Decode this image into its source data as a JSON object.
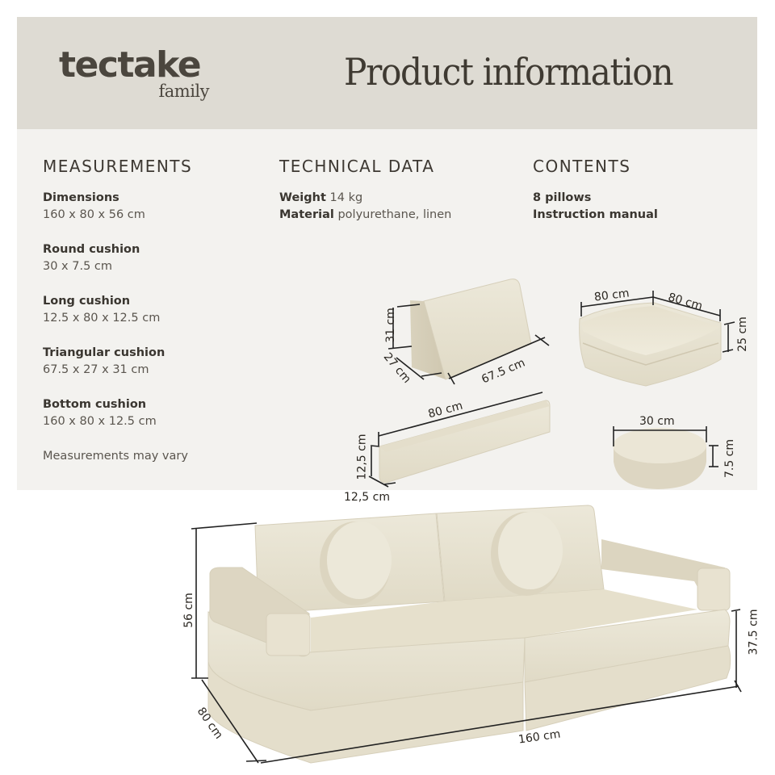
{
  "header": {
    "brand": "tectake",
    "brand_sub": "family",
    "title": "Product information"
  },
  "measurements": {
    "heading": "MEASUREMENTS",
    "items": [
      {
        "label": "Dimensions",
        "value": "160 x 80 x 56 cm"
      },
      {
        "label": "Round cushion",
        "value": "30 x 7.5 cm"
      },
      {
        "label": "Long cushion",
        "value": "12.5 x 80 x 12.5 cm"
      },
      {
        "label": "Triangular cushion",
        "value": "67.5 x 27 x 31 cm"
      },
      {
        "label": "Bottom cushion",
        "value": "160 x 80 x 12.5 cm"
      }
    ],
    "note": "Measurements may vary"
  },
  "technical_data": {
    "heading": "TECHNICAL DATA",
    "rows": [
      {
        "label": "Weight",
        "value": "14 kg"
      },
      {
        "label": "Material",
        "value": "polyurethane, linen"
      }
    ]
  },
  "contents": {
    "heading": "CONTENTS",
    "items": [
      "8 pillows",
      "Instruction manual"
    ]
  },
  "diagrams": {
    "triangular": {
      "height": "31 cm",
      "depth": "27 cm",
      "length": "67.5 cm"
    },
    "square": {
      "width": "80 cm",
      "depth": "80 cm",
      "height": "25 cm"
    },
    "long": {
      "length": "80 cm",
      "height": "12,5 cm",
      "depth": "12,5 cm"
    },
    "round": {
      "diameter": "30 cm",
      "height": "7.5 cm"
    },
    "sofa": {
      "height": "56 cm",
      "depth": "80 cm",
      "width": "160 cm",
      "seat_height": "37.5 cm"
    }
  },
  "colors": {
    "header_bg": "#dedbd3",
    "panel_bg": "#f3f2ef",
    "cushion_fill": "#e9e4d3",
    "cushion_shade": "#d8d1bc",
    "text_dark": "#3a3630"
  }
}
